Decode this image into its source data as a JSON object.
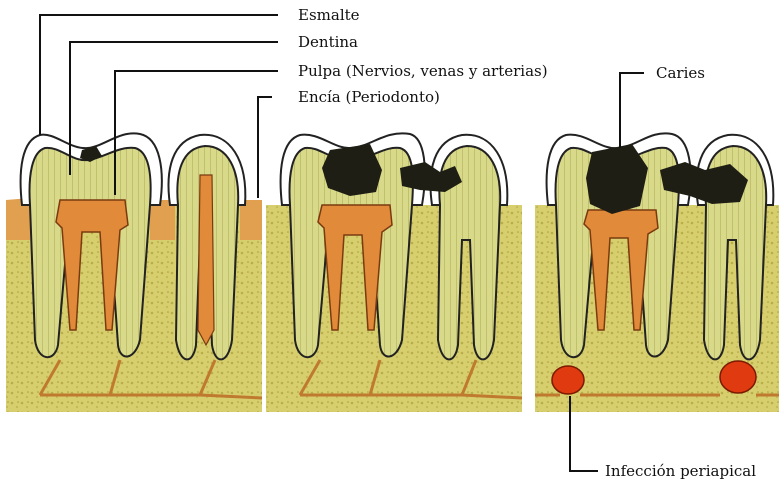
{
  "labels": {
    "esmalte": "Esmalte",
    "dentina": "Dentina",
    "pulpa": "Pulpa (Nervios, venas y arterias)",
    "encia": "Encía (Periodonto)",
    "caries": "Caries",
    "infeccion": "Infección periapical"
  },
  "colors": {
    "bone": "#d7cf6e",
    "bone_dots": "#b8ad4a",
    "dentin": "#d9d98a",
    "dentin_lines": "#8a8a3a",
    "pulp": "#e08a3a",
    "gum": "#e0a050",
    "enamel": "#ffffff",
    "caries": "#1e1e14",
    "infection": "#e03a10",
    "outline": "#222222"
  }
}
